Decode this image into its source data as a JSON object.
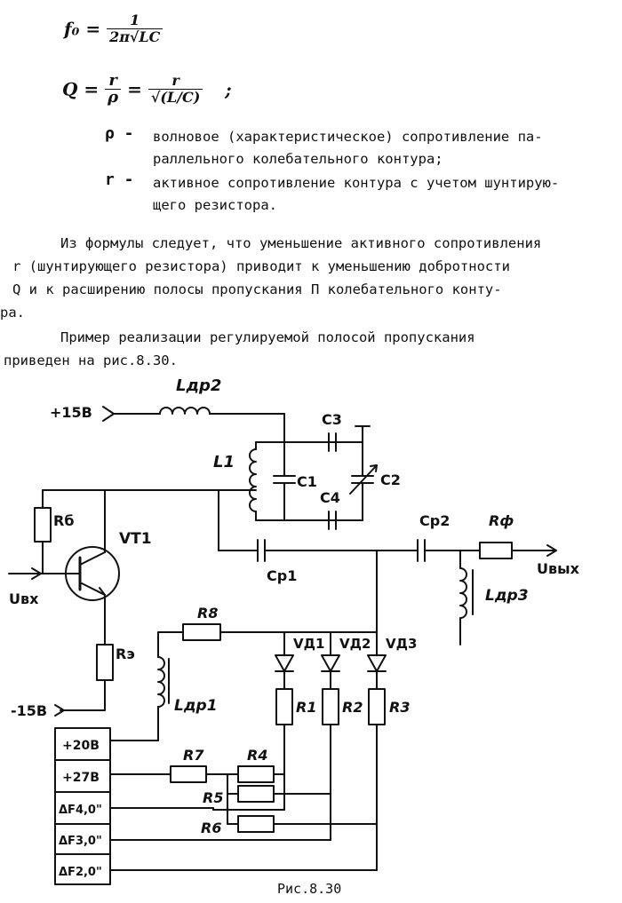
{
  "formulas": {
    "f0_lhs": "f₀ =",
    "f0_num": "1",
    "f0_den": "2π√LC",
    "q_lhs": "Q =",
    "q_num1": "r",
    "q_den1": "ρ",
    "q_eq": "=",
    "q_num2": "r",
    "q_den2": "√(L/C)",
    "q_tail": ";"
  },
  "definitions": [
    {
      "symbol": "ρ -",
      "line1": "волновое (характеристическое)  сопротивление па-",
      "line2": "раллельного колебательного контура;"
    },
    {
      "symbol": "r -",
      "line1": "активное сопротивление контура с учетом шунтирую-",
      "line2": "щего резистора."
    }
  ],
  "paragraph": {
    "line1": "Из формулы следует, что уменьшение активного сопротивления",
    "line2": "r (шунтирующего резистора)  приводит к уменьшению добротности",
    "line3": "Q и к расширению полосы пропускания  П  колебательного конту-",
    "line4": "ра.",
    "line5": "Пример реализации         регулируемой полосой пропускания",
    "line6": "приведен на рис.8.30."
  },
  "schematic_labels": {
    "plus15": "+15В",
    "minus15": "-15В",
    "ldr2": "Lдр2",
    "c3": "C3",
    "l1": "L1",
    "c1": "C1",
    "c2": "C2",
    "c4": "C4",
    "rb": "Rб",
    "vt1": "VT1",
    "cp1": "Cр1",
    "cp2": "Cр2",
    "rf": "Rф",
    "uout": "Uвых",
    "uin": "Uвх",
    "ldr3": "Lдр3",
    "r8": "R8",
    "re": "Rэ",
    "va1": "VД1",
    "va2": "VД2",
    "va3": "VД3",
    "ldr1": "Lдр1",
    "r1": "R1",
    "r2": "R2",
    "r3": "R3",
    "r7": "R7",
    "r4": "R4",
    "r5": "R5",
    "r6": "R6",
    "p20": "+20В",
    "p27": "+27В",
    "df4": "ΔF4,0\"",
    "df3": "ΔF3,0\"",
    "df2": "ΔF2,0\""
  },
  "caption": "Рис.8.30"
}
